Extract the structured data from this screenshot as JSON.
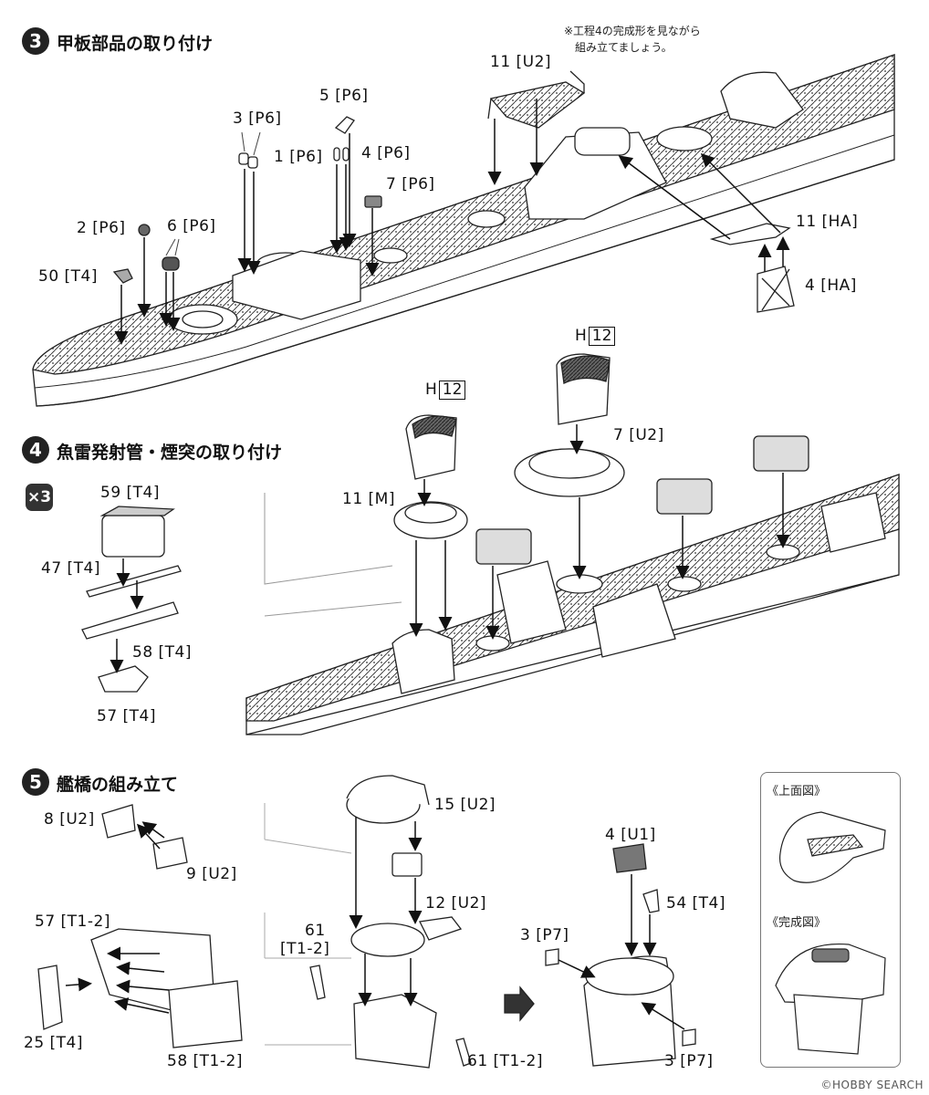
{
  "sections": {
    "s3": {
      "num": "3",
      "title": "甲板部品の取り付け",
      "note_line1": "※工程4の完成形を見ながら",
      "note_line2": "組み立てましょう。"
    },
    "s4": {
      "num": "4",
      "title": "魚雷発射管・煙突の取り付け",
      "multiplier": "×3"
    },
    "s5": {
      "num": "5",
      "title": "艦橋の組み立て",
      "top_view": "《上面図》",
      "complete_view": "《完成図》"
    }
  },
  "s3_labels": {
    "l11u2": "11 [U2]",
    "l5p6": "5 [P6]",
    "l3p6": "3 [P6]",
    "l1p6": "1 [P6]",
    "l4p6": "4 [P6]",
    "l7p6": "7 [P6]",
    "l2p6": "2 [P6]",
    "l6p6": "6 [P6]",
    "l50t4": "50 [T4]",
    "l11ha": "11 [HA]",
    "l4ha": "4 [HA]"
  },
  "s4_labels": {
    "h_letter": "H",
    "h_num": "12",
    "l11m": "11 [M]",
    "l7u2": "7 [U2]",
    "l59t4": "59 [T4]",
    "l47t4": "47 [T4]",
    "l58t4": "58 [T4]",
    "l57t4": "57 [T4]"
  },
  "s5_labels": {
    "l8u2": "8 [U2]",
    "l9u2": "9 [U2]",
    "l15u2": "15 [U2]",
    "l12u2": "12 [U2]",
    "l57t12": "57 [T1-2]",
    "l61": "61",
    "l61b": "[T1-2]",
    "l61t12": "61 [T1-2]",
    "l25t4": "25 [T4]",
    "l58t12": "58 [T1-2]",
    "l4u1": "4 [U1]",
    "l54t4": "54 [T4]",
    "l3p7a": "3 [P7]",
    "l3p7b": "3 [P7]"
  },
  "watermark": "©HOBBY SEARCH"
}
